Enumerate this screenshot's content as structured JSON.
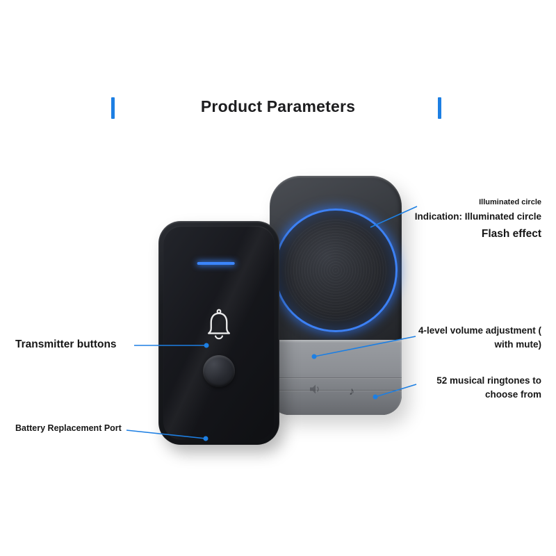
{
  "title": "Product Parameters",
  "colors": {
    "accent": "#1d7fe3",
    "text": "#161616",
    "led_blue": "#3b86ff",
    "ring_blue": "#3e86ff"
  },
  "annotations": {
    "illuminated": {
      "line1": "Illuminated circle",
      "line2": "Indication: Illuminated circle",
      "line3": "Flash effect"
    },
    "transmitter_buttons": "Transmitter buttons",
    "volume": {
      "line1": "4-level volume adjustment (",
      "line2": "with mute)"
    },
    "ringtones": {
      "line1": "52 musical ringtones to",
      "line2": "choose from"
    },
    "battery": "Battery Replacement Port"
  },
  "icons": {
    "bell": "bell-icon",
    "volume": "volume-icon",
    "music_note_glyph": "♪"
  }
}
